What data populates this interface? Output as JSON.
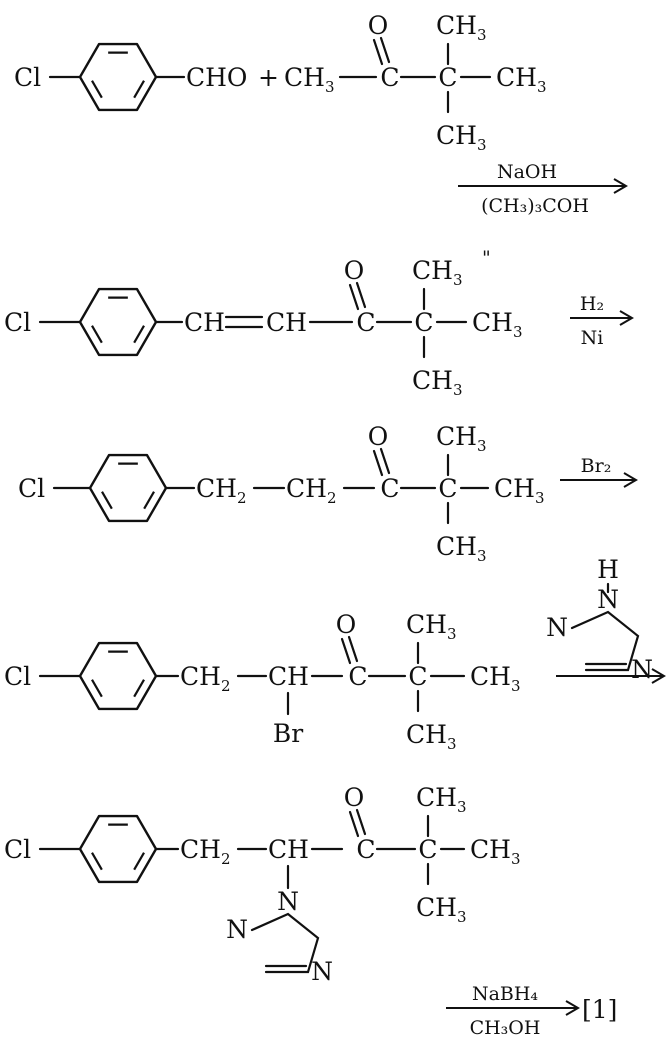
{
  "atoms": {
    "cl": "Cl",
    "cho": "CHO",
    "plus": "+",
    "ch3": "CH",
    "three": "3",
    "c": "C",
    "o": "O",
    "ch": "CH",
    "ch2": "CH",
    "two": "2",
    "br": "Br",
    "n": "N",
    "h": "H"
  },
  "reagents": {
    "step1_top": "NaOH",
    "step1_bottom": "(CH₃)₃COH",
    "step2_top": "H₂",
    "step2_bottom": "Ni",
    "step3_top": "Br₂",
    "step5_top": "NaBH₄",
    "step5_bottom": "CH₃OH"
  },
  "product_label": "[1]"
}
